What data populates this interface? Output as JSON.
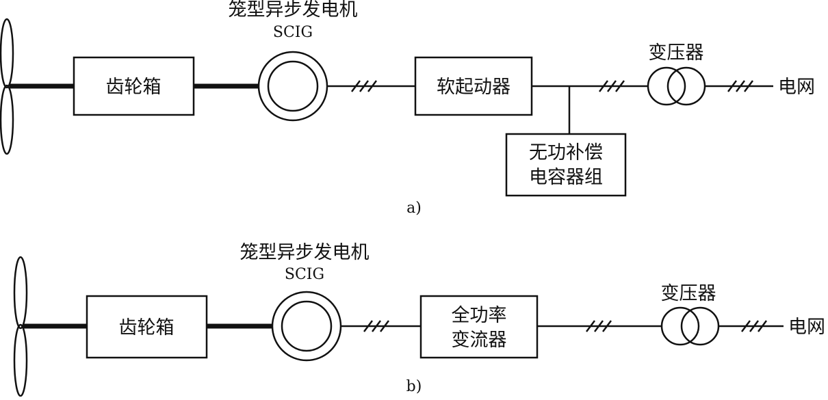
{
  "diagram_a": {
    "gearbox": "齿轮箱",
    "generator_cn": "笼型异步发电机",
    "generator_en": "SCIG",
    "soft_starter": "软起动器",
    "compensation_line1": "无功补偿",
    "compensation_line2": "电容器组",
    "transformer": "变压器",
    "grid": "电网",
    "caption": "a)"
  },
  "diagram_b": {
    "gearbox": "齿轮箱",
    "generator_cn": "笼型异步发电机",
    "generator_en": "SCIG",
    "converter_line1": "全功率",
    "converter_line2": "变流器",
    "transformer": "变压器",
    "grid": "电网",
    "caption": "b)"
  }
}
